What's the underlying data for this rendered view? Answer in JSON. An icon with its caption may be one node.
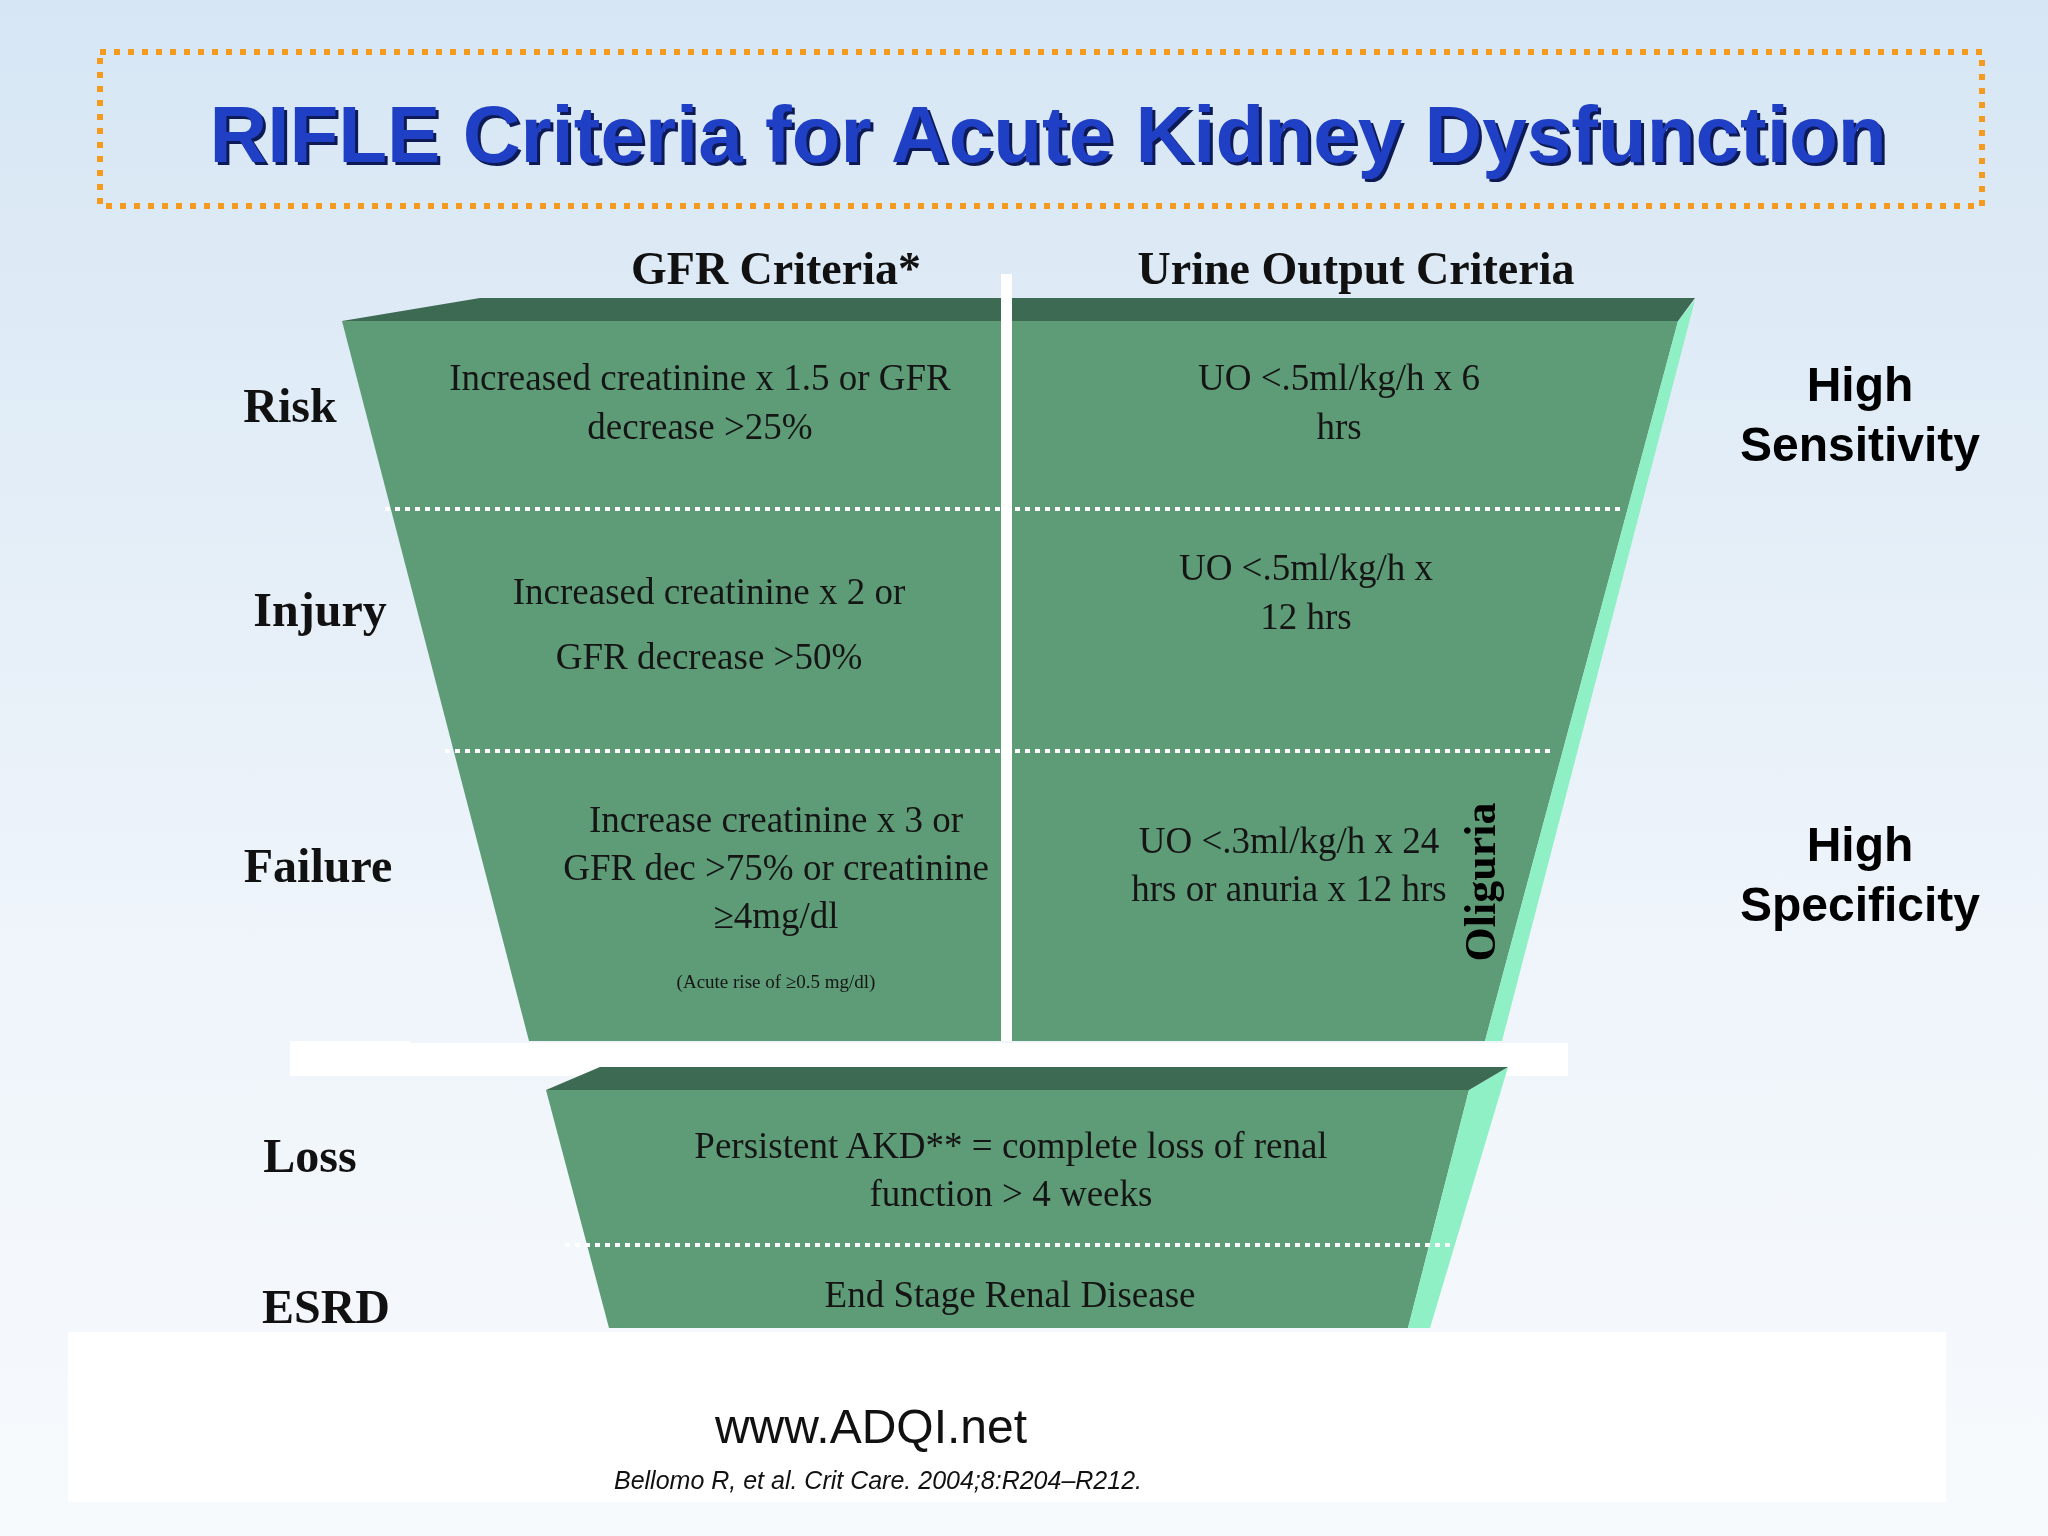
{
  "diagram": {
    "title": "RIFLE Criteria for Acute Kidney Dysfunction",
    "nodes": [
      {
        "text": [
          "Increased creatinine x 1.5 or GFR decrease >25%"
        ]
      },
      {
        "text": [
          "UO <.5ml/kg/h x 6 hrs"
        ]
      },
      {
        "text": [
          "Increased creatinine x 2 or GFR decrease >50%"
        ]
      },
      {
        "text": [
          "UO <.5ml/kg/h x 12 hrs"
        ]
      },
      {
        "text": [
          "Increase creatinine x 3 or GFR dec >75% or creatinine ≥4mg/dl",
          "(Acute rise of ≥0.5 mg/dl)"
        ]
      },
      {
        "text": [
          "UO <.3ml/kg/h x 24 hrs or anuria x 12 hrs"
        ]
      },
      {
        "text": [
          "Persistent AKD** = complete loss of renal function > 4 weeks"
        ]
      },
      {
        "text": [
          "End Stage Renal Disease"
        ]
      }
    ],
    "labels": [
      "GFR Criteria*",
      "Urine Output Criteria",
      "Risk",
      "High Sensitivity",
      "Injury",
      "Failure",
      "Oliguria",
      "High Specificity",
      "Loss",
      "ESRD",
      "www.ADQI.net",
      "Bellomo R, et al. Crit Care. 2004;8:R204–R212."
    ]
  }
}
